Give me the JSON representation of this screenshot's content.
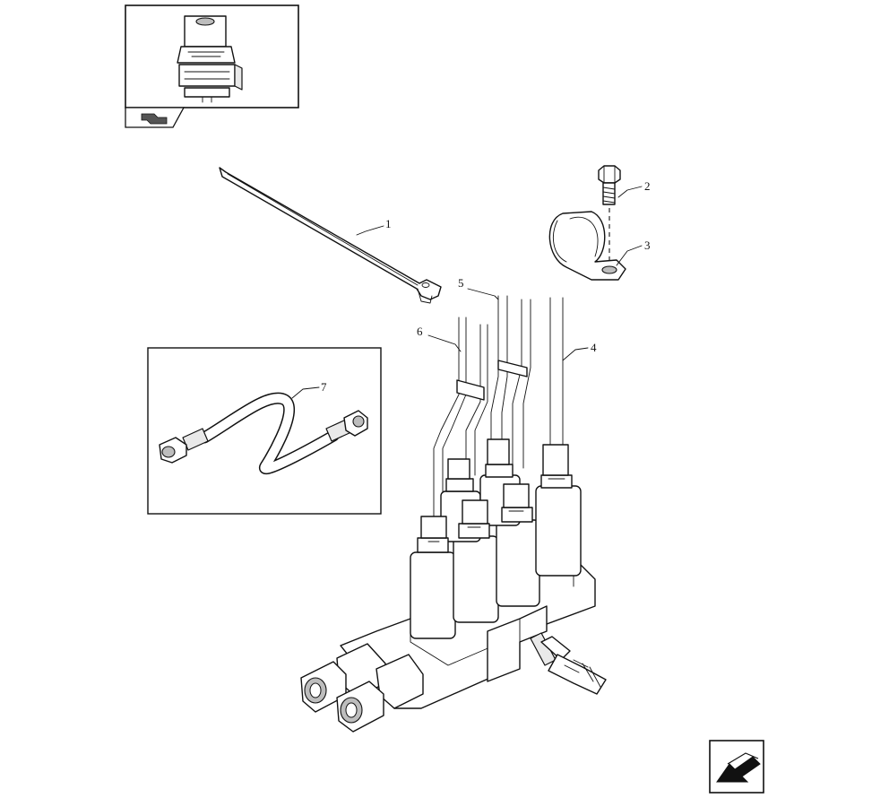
{
  "callouts": [
    {
      "id": "1",
      "label": "1"
    },
    {
      "id": "2",
      "label": "2"
    },
    {
      "id": "3",
      "label": "3"
    },
    {
      "id": "4",
      "label": "4"
    },
    {
      "id": "5",
      "label": "5"
    },
    {
      "id": "6",
      "label": "6"
    },
    {
      "id": "7",
      "label": "7"
    }
  ],
  "icons": {
    "thumbnail": "assembly-thumbnail-icon",
    "nav_back": "navigation-arrow-icon",
    "nav_next": "next-page-arrow-icon"
  }
}
